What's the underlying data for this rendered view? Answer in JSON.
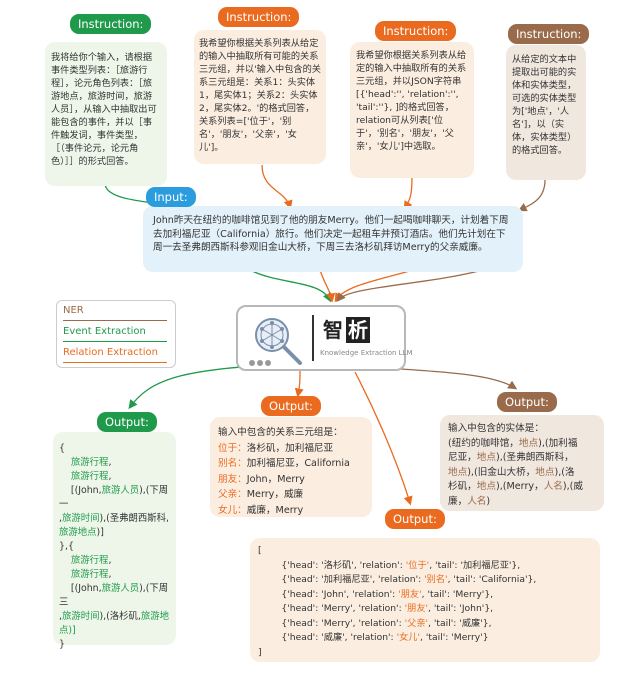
{
  "tags": {
    "instruction": "Instruction:",
    "input": "Input:",
    "output": "Output:"
  },
  "instructions": {
    "ee": "我将给你个输入，请根据事件类型列表：［旅游行程］，论元角色列表：［旅游地点，旅游时间，旅游人员］，从输入中抽取出可能包含的事件，并以［事件触发词，事件类型，［（事件论元，论元角色）］］的形式回答。",
    "re1": "我希望你根据关系列表从给定的输入中抽取所有可能的关系三元组，并以'输入中包含的关系三元组是：关系1：头实体1，尾实体1；关系2：头实体2，尾实体2。'的格式回答，关系列表=['位于'，'别名'，'朋友'，'父亲'，'女儿']。",
    "re2": "我希望你根据关系列表从给定的输入中抽取所有的关系三元组，并以JSON字符串[{'head':'', 'relation':'', 'tail':''}, ]的格式回答，relation可从列表['位于'，'别名'，'朋友'，'父亲'，'女儿']中选取。",
    "ner": "从给定的文本中提取出可能的实体和实体类型，可选的实体类型为['地点'，'人名']，以（实体，实体类型）的格式回答。"
  },
  "input_text": "John昨天在纽约的咖啡馆见到了他的朋友Merry。他们一起喝咖啡聊天，计划着下周去加利福尼亚（California）旅行。他们决定一起租车并预订酒店。他们先计划在下周一去圣弗朗西斯科参观旧金山大桥，下周三去洛杉矶拜访Merry的父亲威廉。",
  "legend": [
    {
      "label": "NER",
      "color": "#9a6b4a"
    },
    {
      "label": "Event Extraction",
      "color": "#1f9a4a"
    },
    {
      "label": "Relation Extraction",
      "color": "#ea6b20"
    }
  ],
  "logo": {
    "brand_zhi": "智",
    "brand_xi": "析",
    "subtitle": "Knowledge Extraction LLM"
  },
  "outputs": {
    "ee_lines": [
      "{",
      "    旅游行程,",
      "    旅游行程,",
      "    [(John,旅游人员),(下周一",
      ",旅游时间),(圣弗朗西斯科,",
      "旅游地点)]",
      "},{",
      "    旅游行程,",
      "    旅游行程,",
      "    [(John,旅游人员),(下周三",
      ",旅游时间),(洛杉矶,旅游地",
      "点)]",
      "}"
    ],
    "re1_title": "输入中包含的关系三元组是：",
    "re1_rows": [
      {
        "rel": "位于：",
        "val": "洛杉矶，加利福尼亚"
      },
      {
        "rel": "别名：",
        "val": "加利福尼亚，California"
      },
      {
        "rel": "朋友：",
        "val": "John，Merry"
      },
      {
        "rel": "父亲：",
        "val": "Merry，威廉"
      },
      {
        "rel": "女儿：",
        "val": "威廉，Merry"
      }
    ],
    "ner_lines": [
      "输入中包含的实体是：",
      "(纽约的咖啡馆，地点),(加利福",
      "尼亚，地点),(圣弗朗西斯科，",
      "地点),(旧金山大桥，地点),(洛",
      "杉矶，地点),(Merry，人名),(威",
      "廉，人名)"
    ],
    "re2_lines": [
      "[",
      "        {'head': '洛杉矶', 'relation': '位于', 'tail': '加利福尼亚'},",
      "        {'head': '加利福尼亚', 'relation': '别名', 'tail': 'California'},",
      "        {'head': 'John', 'relation': '朋友', 'tail': 'Merry'},",
      "        {'head': 'Merry', 'relation': '朋友', 'tail': 'John'},",
      "        {'head': 'Merry', 'relation': '父亲', 'tail': '威廉'},",
      "        {'head': '威廉', 'relation': '女儿', 'tail': 'Merry'}",
      "]"
    ]
  }
}
